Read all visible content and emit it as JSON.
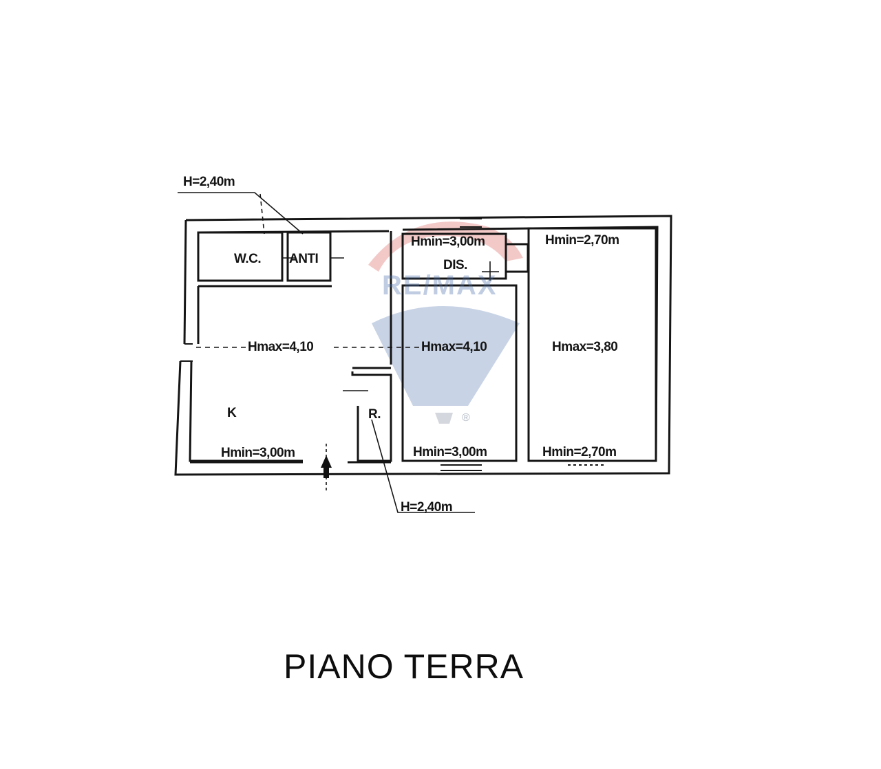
{
  "title": "PIANO TERRA",
  "watermark": {
    "brand": "RE/MAX",
    "registered": "®",
    "colors": {
      "red": "#d9544f",
      "blue": "#4a6eaa"
    }
  },
  "annotations": {
    "top_left_height": "H=2,40m",
    "bottom_height": "H=2,40m"
  },
  "rooms": {
    "wc": {
      "label": "W.C."
    },
    "anti": {
      "label": "ANTI"
    },
    "kitchen": {
      "label": "K",
      "hmax": "Hmax=4,10",
      "hmin": "Hmin=3,00m"
    },
    "storage": {
      "label": "R."
    },
    "dis": {
      "label": "DIS.",
      "hmin": "Hmin=3,00m"
    },
    "middle_room": {
      "hmax": "Hmax=4,10",
      "hmin": "Hmin=3,00m"
    },
    "right_room": {
      "hmin_top": "Hmin=2,70m",
      "hmax": "Hmax=3,80",
      "hmin": "Hmin=2,70m"
    }
  }
}
